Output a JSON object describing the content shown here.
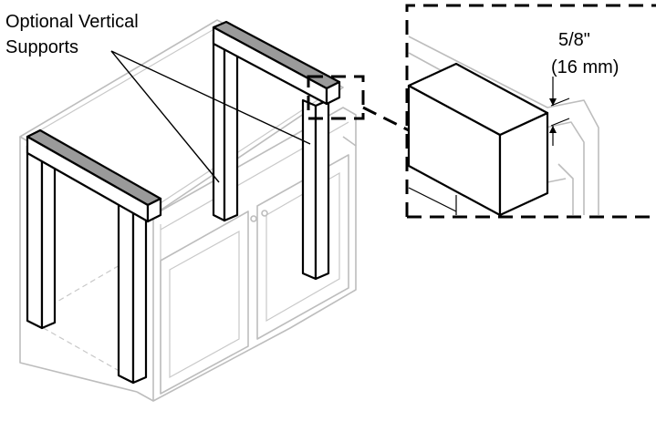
{
  "labels": {
    "supports_line1": "Optional Vertical",
    "supports_line2": "Supports",
    "dimension_line1": "5/8\"",
    "dimension_line2": "(16 mm)"
  }
}
